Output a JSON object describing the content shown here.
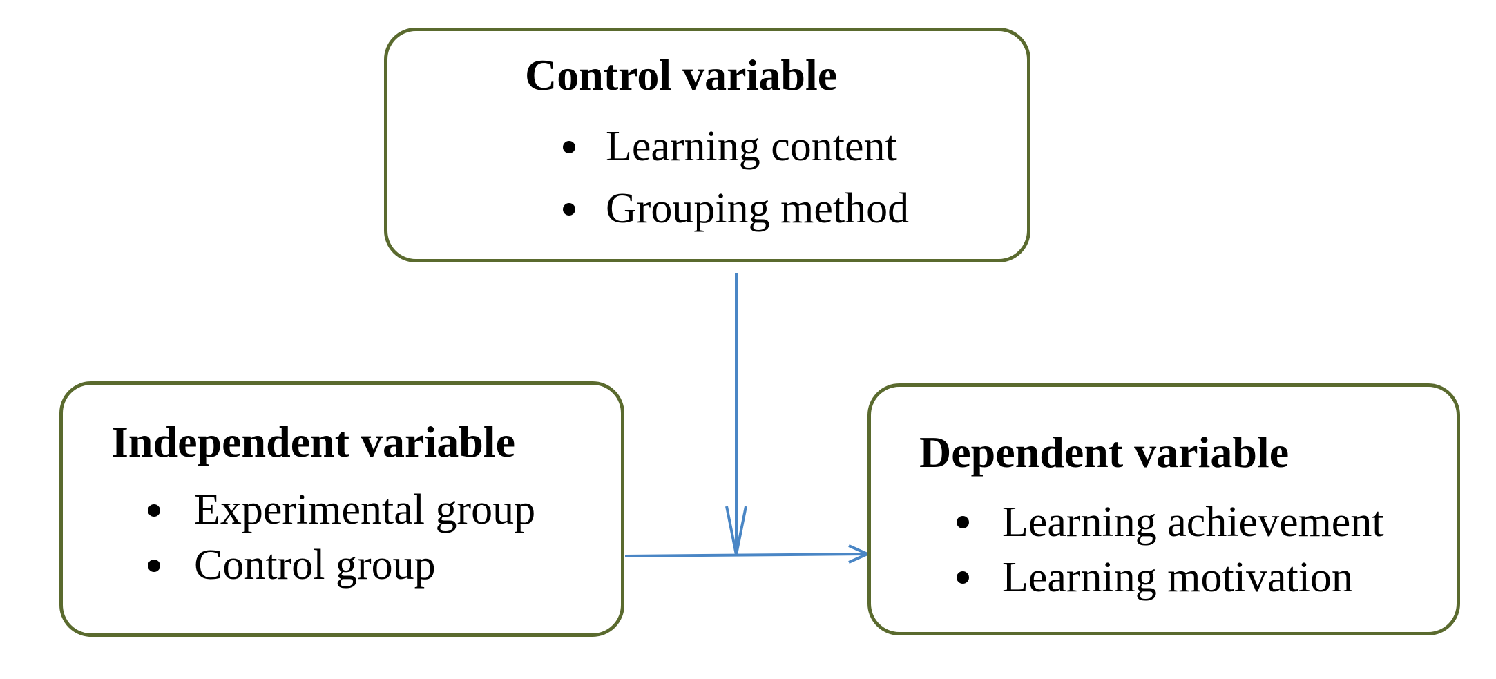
{
  "diagram": {
    "control": {
      "title": "Control variable",
      "items": [
        "Learning content",
        "Grouping method"
      ]
    },
    "independent": {
      "title": "Independent variable",
      "items": [
        "Experimental group",
        "Control group"
      ]
    },
    "dependent": {
      "title": "Dependent variable",
      "items": [
        "Learning achievement",
        "Learning motivation"
      ]
    },
    "colors": {
      "box_border": "#5a6a2e",
      "arrow": "#4a86c5",
      "text": "#000000"
    }
  }
}
